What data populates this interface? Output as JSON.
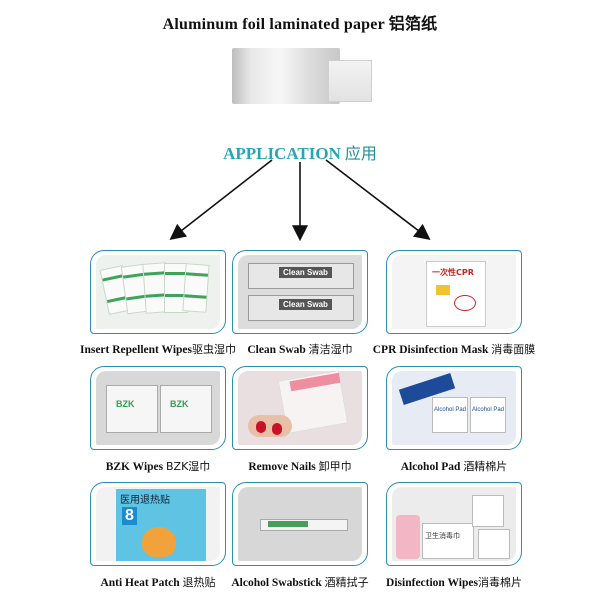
{
  "header": {
    "title": "Aluminum foil laminated paper  铝箔纸",
    "application_en": "APPLICATION",
    "application_cn": "应用"
  },
  "colors": {
    "accent": "#25a7b6",
    "frame": "#2c8fb0"
  },
  "products": [
    {
      "en": "Insert Repellent Wipes",
      "cn": "驱虫湿巾"
    },
    {
      "en": "Clean Swab",
      "cn": "清洁湿巾"
    },
    {
      "en": "CPR Disinfection Mask",
      "cn": "消毒面膜"
    },
    {
      "en": "BZK Wipes",
      "cn": "BZK湿巾"
    },
    {
      "en": "Remove Nails",
      "cn": "卸甲巾"
    },
    {
      "en": "Alcohol Pad",
      "cn": "酒精棉片"
    },
    {
      "en": "Anti Heat Patch",
      "cn": "退热贴"
    },
    {
      "en": "Alcohol Swabstick",
      "cn": "酒精拭子"
    },
    {
      "en": "Disinfection Wipes",
      "cn": "消毒棉片"
    }
  ],
  "packaging_text": {
    "clean_swab": "Clean Swab",
    "cpr_mask": "一次性CPR",
    "bzk": "BZK",
    "alcohol_pad": "Alcohol Pad",
    "heat_patch_cn": "医用退热贴",
    "heat_patch_num": "8",
    "wipes_cn": "卫生消毒巾"
  }
}
